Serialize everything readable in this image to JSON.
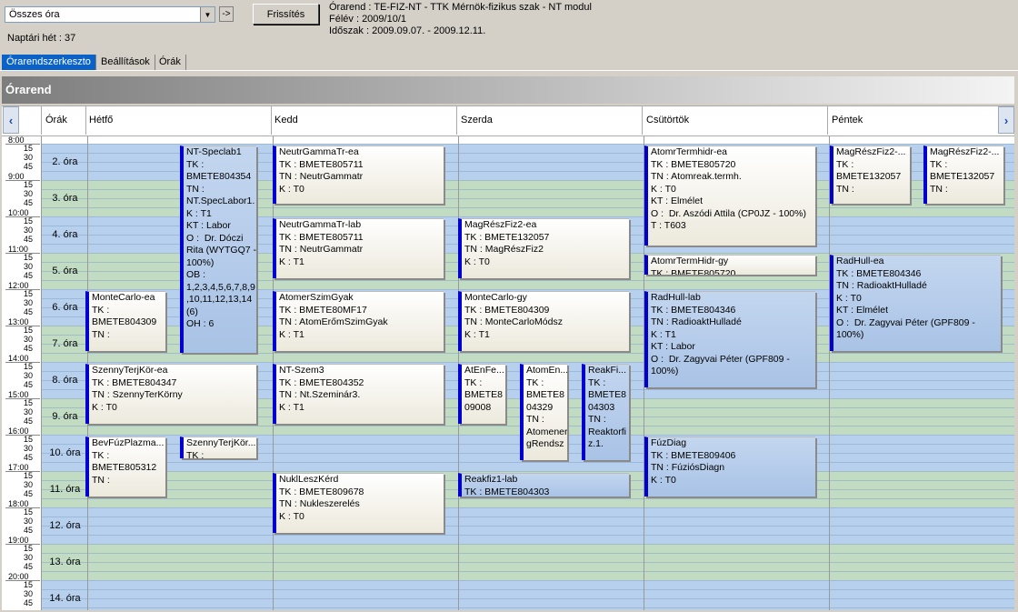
{
  "top": {
    "combo_value": "Összes óra",
    "go_label": "->",
    "week_label": "Naptári hét : 37",
    "refresh_label": "Frissítés",
    "info_line1": "Órarend : TE-FIZ-NT - TTK Mérnök-fizikus szak - NT modul",
    "info_line2": "Félév : 2009/10/1",
    "info_line3": "Időszak : 2009.09.07. - 2009.12.11."
  },
  "tabs": [
    "Órarendszerkeszto",
    "Beállítások",
    "Órák"
  ],
  "title": "Órarend",
  "header": {
    "prev": "‹",
    "next": "›",
    "columns": [
      "Órák",
      "Hétfő",
      "Kedd",
      "Szerda",
      "Csütörtök",
      "Péntek"
    ]
  },
  "hours": [
    "8",
    "9",
    "10",
    "11",
    "12",
    "13",
    "14",
    "15",
    "16",
    "17",
    "18",
    "19",
    "20"
  ],
  "quarters": [
    "15",
    "30",
    "45"
  ],
  "periods": [
    "2. óra",
    "3. óra",
    "4. óra",
    "5. óra",
    "6. óra",
    "7. óra",
    "8. óra",
    "9. óra",
    "10. óra",
    "11. óra",
    "12. óra",
    "13. óra",
    "14. óra"
  ],
  "events": [
    {
      "text": "NT-Speclab1\nTK :\nBMETE804354\nTN :\nNT.SpecLabor1.\nK : T1\nKT : Labor\nO :  Dr. Dóczi\nRita (WYTGQ7 -\n100%)\nOB :\n1,2,3,4,5,6,7,8,9\n,10,11,12,13,14\n(6)\nOH : 6"
    },
    {
      "text": "NeutrGammaTr-ea\nTK : BMETE805711\nTN : NeutrGammatr\nK : T0"
    },
    {
      "text": "AtomrTermhidr-ea\nTK : BMETE805720\nTN : Atomreak.termh.\nK : T0\nKT : Elmélet\nO :  Dr. Aszódi Attila (CP0JZ - 100%)\nT : T603"
    },
    {
      "text": "MagRészFiz2-...\nTK :\nBMETE132057\nTN :"
    },
    {
      "text": "MagRészFiz2-...\nTK :\nBMETE132057\nTN :"
    },
    {
      "text": "NeutrGammaTr-lab\nTK : BMETE805711\nTN : NeutrGammatr\nK : T1"
    },
    {
      "text": "MagRészFiz2-ea\nTK : BMETE132057\nTN : MagRészFiz2\nK : T0"
    },
    {
      "text": "AtomrTermHidr-gy\nTK : BMETE805720"
    },
    {
      "text": "RadHull-ea\nTK : BMETE804346\nTN : RadioaktHulladé\nK : T0\nKT : Elmélet\nO :  Dr. Zagyvai Péter (GPF809 -\n100%)"
    },
    {
      "text": "MonteCarlo-ea\nTK :\nBMETE804309\nTN :"
    },
    {
      "text": "AtomerSzimGyak\nTK : BMETE80MF17\nTN : AtomErőmSzimGyak\nK : T1"
    },
    {
      "text": "MonteCarlo-gy\nTK : BMETE804309\nTN : MonteCarloMódsz\nK : T1"
    },
    {
      "text": "RadHull-lab\nTK : BMETE804346\nTN : RadioaktHulladé\nK : T1\nKT : Labor\nO :  Dr. Zagyvai Péter (GPF809 -\n100%)"
    },
    {
      "text": "SzennyTerjKör-ea\nTK : BMETE804347\nTN : SzennyTerKörny\nK : T0"
    },
    {
      "text": "NT-Szem3\nTK : BMETE804352\nTN : Nt.Szeminár3.\nK : T1"
    },
    {
      "text": "AtEnFe...\nTK :\nBMETE8\n09008"
    },
    {
      "text": "AtomEn...\nTK :\nBMETE8\n04329\nTN :\nAtomener\ngRendsz"
    },
    {
      "text": "ReakFi...\nTK :\nBMETE8\n04303\nTN :\nReaktorfi\nz.1."
    },
    {
      "text": "BevFúzPlazma...\nTK :\nBMETE805312\nTN :"
    },
    {
      "text": "SzennyTerjKör...\nTK :"
    },
    {
      "text": "FúzDiag\nTK : BMETE809406\nTN : FúziósDiagn\nK : T0"
    },
    {
      "text": "NuklLeszKérd\nTK : BMETE809678\nTN : Nukleszerelés\nK : T0"
    },
    {
      "text": "Reakfiz1-lab\nTK : BMETE804303"
    }
  ]
}
